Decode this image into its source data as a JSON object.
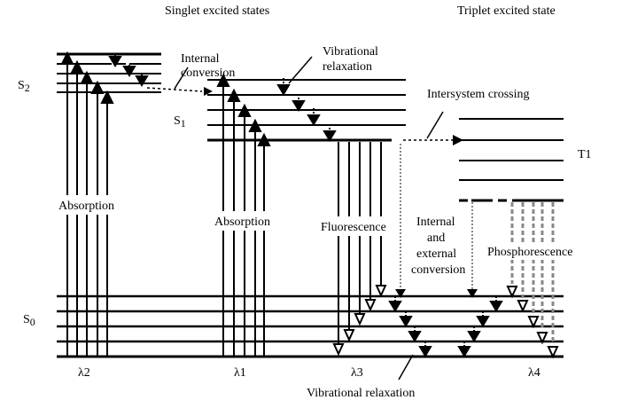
{
  "headers": {
    "singlet": "Singlet excited states",
    "triplet": "Triplet excited state"
  },
  "states": {
    "s2_letter": "S",
    "s2_sub": "2",
    "s1_letter": "S",
    "s1_sub": "1",
    "s0_letter": "S",
    "s0_sub": "0",
    "t1": "T1"
  },
  "processes": {
    "internal_conversion_line1": "Internal",
    "internal_conversion_line2": "conversion",
    "vibrational_relaxation_line1": "Vibrational",
    "vibrational_relaxation_line2": "relaxation",
    "intersystem_crossing": "Intersystem crossing",
    "absorption_left": "Absorption",
    "absorption_middle": "Absorption",
    "fluorescence": "Fluorescence",
    "int_ext_line1": "Internal",
    "int_ext_line2": "and",
    "int_ext_line3": "external",
    "int_ext_line4": "conversion",
    "phosphorescence": "Phosphorescence",
    "vibrational_relaxation_bottom": "Vibrational relaxation"
  },
  "wavelengths": {
    "lambda2": "λ2",
    "lambda1": "λ1",
    "lambda3": "λ3",
    "lambda4": "λ4"
  },
  "colors": {
    "line": "#000000",
    "dotted": "#888888"
  }
}
